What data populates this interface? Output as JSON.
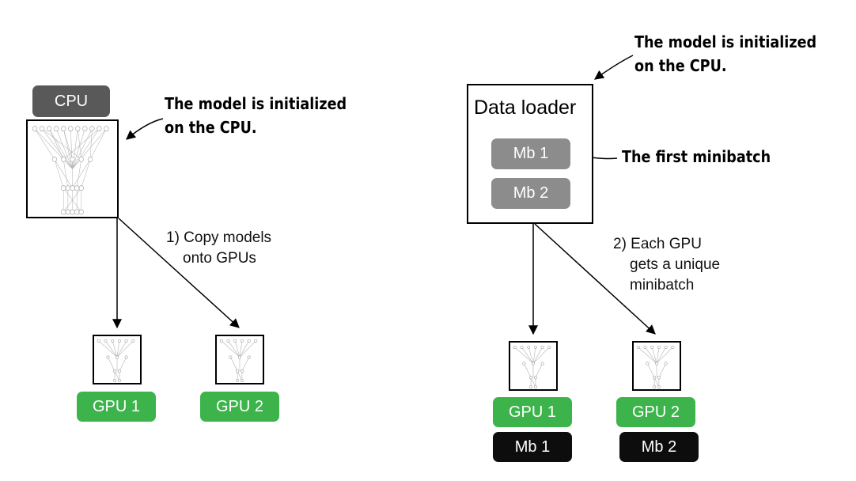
{
  "left": {
    "cpu_label": "CPU",
    "callout_line1": "The model is initialized",
    "callout_line2": "on the CPU.",
    "step_line1": "1) Copy models",
    "step_line2": "onto GPUs",
    "gpu1_label": "GPU 1",
    "gpu2_label": "GPU 2"
  },
  "right": {
    "loader_title": "Data loader",
    "mb1_label": "Mb 1",
    "mb2_label": "Mb 2",
    "callout_line1": "The model is initialized",
    "callout_line2": "on the CPU.",
    "first_mb_callout": "The first minibatch",
    "step_line1": "2) Each GPU",
    "step_line2": "gets a unique",
    "step_line3": "minibatch",
    "gpu1_label": "GPU 1",
    "gpu2_label": "GPU 2",
    "gpu1_mb_label": "Mb 1",
    "gpu2_mb_label": "Mb 2"
  },
  "colors": {
    "cpu": "#595959",
    "minibatch": "#8c8c8c",
    "gpu": "#3cb44b",
    "assigned_minibatch": "#0d0d0d"
  }
}
